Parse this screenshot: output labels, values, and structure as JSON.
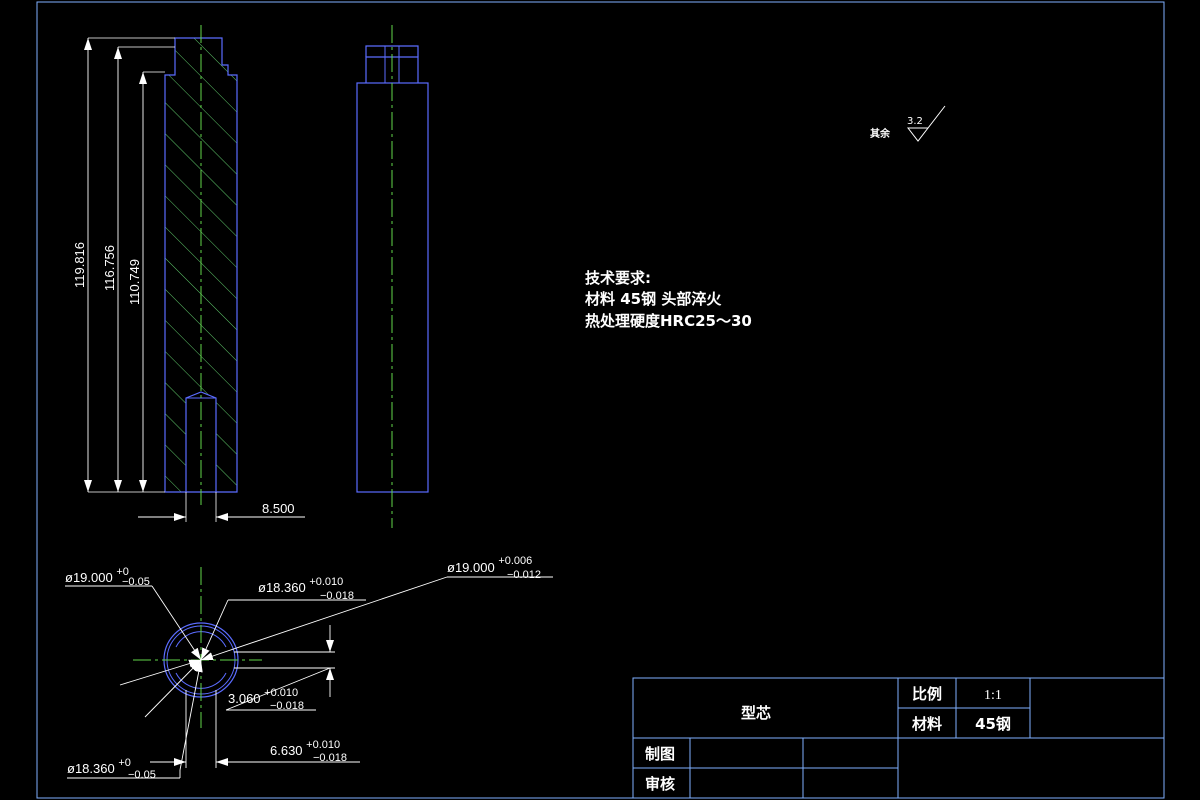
{
  "colors": {
    "background": "#000000",
    "outline": "#5b6cff",
    "hatch": "#5fc86a",
    "centerline": "#62d64a",
    "dimension": "#ffffff",
    "frame": "#7fb0ff"
  },
  "front_view": {
    "dimensions": {
      "total_height": "119.816",
      "middle_height": "116.756",
      "inner_height": "110.749",
      "hole_width": "8.500"
    }
  },
  "section_view": {
    "dimensions": {
      "d1": {
        "base": "ø19.000",
        "upper": "+0",
        "lower": "−0.05"
      },
      "d2": {
        "base": "ø18.360",
        "upper": "+0.010",
        "lower": "−0.018"
      },
      "d3": {
        "base": "ø19.000",
        "upper": "+0.006",
        "lower": "−0.012"
      },
      "d4": {
        "base": "3.060",
        "upper": "+0.010",
        "lower": "−0.018"
      },
      "d5": {
        "base": "6.630",
        "upper": "+0.010",
        "lower": "−0.018"
      },
      "d6": {
        "base": "ø18.360",
        "upper": "+0",
        "lower": "−0.05"
      }
    }
  },
  "roughness": {
    "label": "其余",
    "value": "3.2"
  },
  "technical_requirements": {
    "heading": "技术要求:",
    "line1": "材料  45钢  头部淬火",
    "line2": "热处理硬度HRC25～30"
  },
  "title_block": {
    "part_name": "型芯",
    "scale_label": "比例",
    "scale_value": "1:1",
    "material_label": "材料",
    "material_value": "45钢",
    "drawn_label": "制图",
    "checked_label": "审核"
  }
}
